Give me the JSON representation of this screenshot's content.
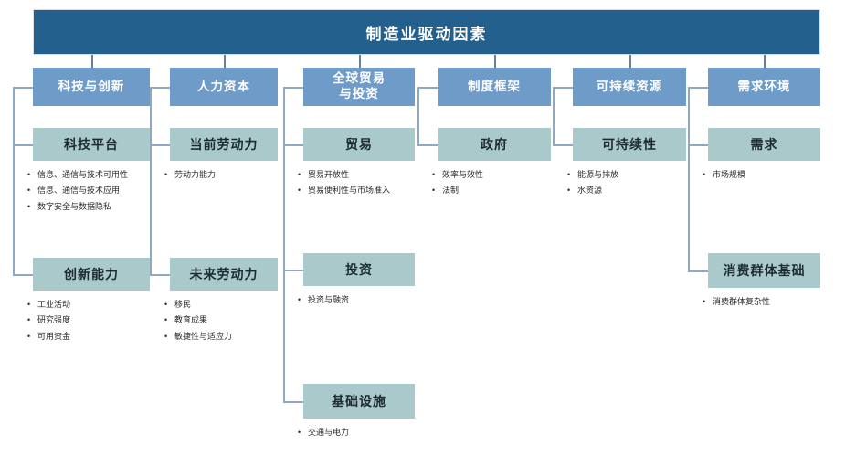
{
  "diagram": {
    "type": "hierarchy-tree",
    "root": {
      "title": "制造业驱动因素"
    },
    "colors": {
      "root_fill": "#23608E",
      "level2_fill": "#6E9BC8",
      "level3_fill": "#AAC9CB",
      "connector": "#8fa9c4",
      "background": "#FFFFFF"
    },
    "branches": [
      {
        "label": "科技与创新",
        "children": [
          {
            "label": "科技平台",
            "bullets": [
              "信息、通信与技术可用性",
              "信息、通信与技术应用",
              "数字安全与数据隐私"
            ]
          },
          {
            "label": "创新能力",
            "bullets": [
              "工业活动",
              "研究强度",
              "可用资金"
            ]
          }
        ]
      },
      {
        "label": "人力资本",
        "children": [
          {
            "label": "当前劳动力",
            "bullets": [
              "劳动力能力"
            ]
          },
          {
            "label": "未来劳动力",
            "bullets": [
              "移民",
              "教育成果",
              "敏捷性与适应力"
            ]
          }
        ]
      },
      {
        "label": "全球贸易\n与投资",
        "children": [
          {
            "label": "贸易",
            "bullets": [
              "贸易开放性",
              "贸易便利性与市场准入"
            ]
          },
          {
            "label": "投资",
            "bullets": [
              "投资与融资"
            ]
          },
          {
            "label": "基础设施",
            "bullets": [
              "交通与电力"
            ]
          }
        ]
      },
      {
        "label": "制度框架",
        "children": [
          {
            "label": "政府",
            "bullets": [
              "效率与效性",
              "法制"
            ]
          }
        ]
      },
      {
        "label": "可持续资源",
        "children": [
          {
            "label": "可持续性",
            "bullets": [
              "能源与排放",
              "水资源"
            ]
          }
        ]
      },
      {
        "label": "需求环境",
        "children": [
          {
            "label": "需求",
            "bullets": [
              "市场规模"
            ]
          },
          {
            "label": "消费群体基础",
            "bullets": [
              "消费群体复杂性"
            ]
          }
        ]
      }
    ]
  }
}
